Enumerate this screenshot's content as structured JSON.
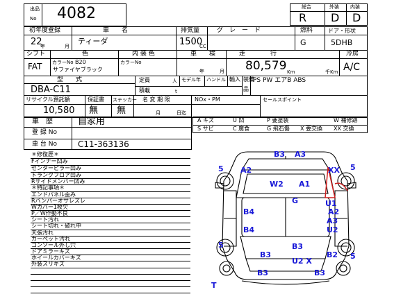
{
  "header": {
    "lot_label_1": "出品",
    "lot_label_2": "No",
    "lot_no": "4082",
    "grade_labels": [
      "総合",
      "外装",
      "内装"
    ],
    "grade_values": [
      "R",
      "D",
      "D"
    ]
  },
  "row1": {
    "reg_label": "初年度登録",
    "car_name_label": "車　　名",
    "displacement_label": "排気量",
    "grade_label": "グ　レ　ー　ド",
    "fuel_label": "燃料",
    "doors_label": "ドア・形状",
    "year": "22",
    "year_unit": "年",
    "month_unit": "月",
    "car_name": "ティーダ",
    "displacement": "1500",
    "cc_unit": "CC",
    "fuel": "G",
    "doors": "5DHB"
  },
  "row2": {
    "shift_label": "シフト",
    "color_label": "色",
    "interior_label": "内 装 色",
    "inspection_label": "車　　検",
    "mileage_label": "走　　行",
    "ac_label": "冷房",
    "shift": "FAT",
    "color_no_label": "カラーNo",
    "color_no": "B20",
    "color_name": "サファイヤブラック",
    "interior_color_no_label": "カラーNo",
    "year_unit": "年",
    "month_unit": "月",
    "mileage": "80,579",
    "km_unit": "Km",
    "thousand_km_unit": "千Km",
    "ac": "A/C"
  },
  "row3": {
    "model_label": "型　　式",
    "model": "DBA-C11",
    "capacity_label": "定員",
    "person_unit": "人",
    "load_label": "積載",
    "ton_unit": "t",
    "model_year_label": "モデル年",
    "handle_label": "ハンドル",
    "import_label": "輸入",
    "equipment_label": "装備",
    "equipment_label_2": "品",
    "equipment": "PS PW エアB ABS"
  },
  "row4": {
    "recycle_label": "リサイクル預託額",
    "warranty_label": "保証書",
    "sticker_label": "ステッカー",
    "name_change_label": "名 変 期 限",
    "nox_label": "NOx・PM",
    "sales_point_label": "セールスポイント",
    "recycle": "10,580",
    "warranty": "無",
    "sticker": "無",
    "month_unit": "月",
    "day_unit": "日迄"
  },
  "history": {
    "history_label": "車　歴",
    "history_value": "自家用",
    "reg_no_label": "登 録 No",
    "chassis_label": "車 台 No",
    "chassis_value": "C11-363136"
  },
  "legend": [
    [
      "A キズ",
      "U 凹",
      "P 要塗装",
      "W 補修跡"
    ],
    [
      "S サビ",
      "C 腐食",
      "G 飛石傷",
      "X 要交換",
      "XX 交換"
    ]
  ],
  "remarks": {
    "title_1": "＊修復歴＊",
    "items_1": [
      "Fインナー凹み",
      "センターピラー凹み",
      "トランクフロア凹み",
      "Rサイドメンバー凹み"
    ],
    "title_2": "＊特記事項＊",
    "items_2": [
      "エンドパネル歪み",
      "Rバンパーオサレズレ",
      "Wカバー1枚欠",
      "P／W作動不良",
      "シート汚れ",
      "シート切れ・破れ中",
      "天張汚れ",
      "カーペット汚れ",
      "コンソール外し穴",
      "ドアミラーキズ",
      "ホイールカバーキズ",
      "外装スリキズ"
    ]
  },
  "damage_marks": [
    "B3",
    "A3",
    "A2",
    "XX",
    "W2",
    "A1",
    "G",
    "B4",
    "U1",
    "A2",
    "B4",
    "A3",
    "U2",
    "B3",
    "B2",
    "B3",
    "U2 X",
    "B3",
    "B3",
    "5",
    "5",
    "5",
    "5",
    "T"
  ],
  "colors": {
    "mark_blue": "#1a1ad8",
    "repair_red": "#d02020"
  }
}
